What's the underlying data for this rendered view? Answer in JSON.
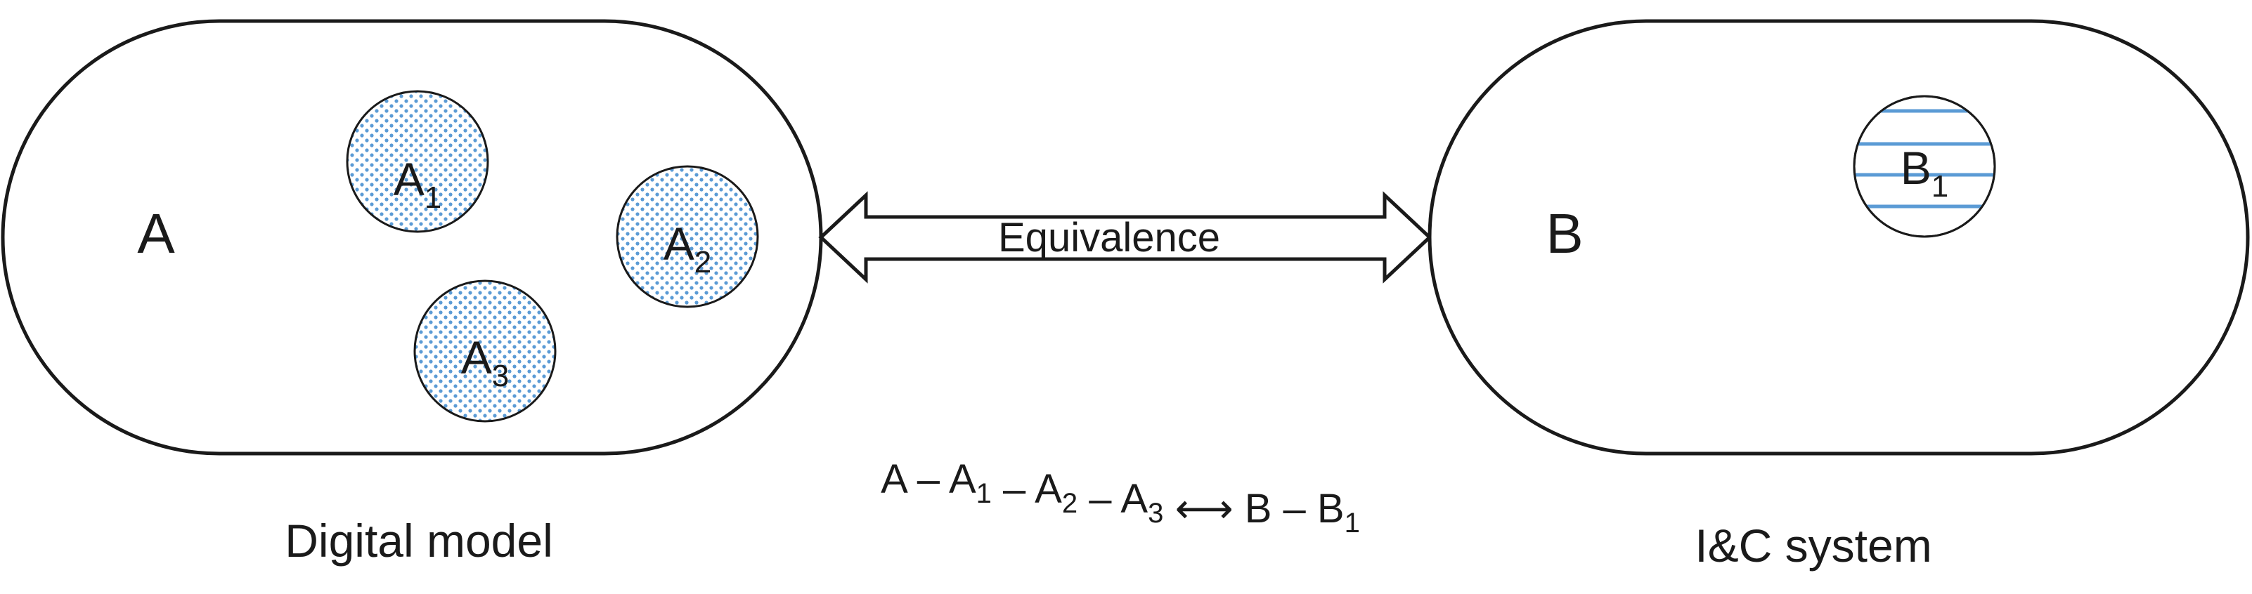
{
  "left_set": {
    "label": "A",
    "caption": "Digital model",
    "subsets": [
      {
        "base": "A",
        "sub": "1"
      },
      {
        "base": "A",
        "sub": "2"
      },
      {
        "base": "A",
        "sub": "3"
      }
    ]
  },
  "right_set": {
    "label": "B",
    "caption": "I&C system",
    "subsets": [
      {
        "base": "B",
        "sub": "1"
      }
    ]
  },
  "relation": {
    "label": "Equivalence"
  },
  "formula": {
    "parts": [
      {
        "base": "A",
        "sub": ""
      },
      {
        "base": " – ",
        "sub": ""
      },
      {
        "base": "A",
        "sub": "1"
      },
      {
        "base": " – ",
        "sub": ""
      },
      {
        "base": "A",
        "sub": "2"
      },
      {
        "base": " – ",
        "sub": ""
      },
      {
        "base": "A",
        "sub": "3"
      },
      {
        "base": " ⟷ ",
        "sub": ""
      },
      {
        "base": "B",
        "sub": ""
      },
      {
        "base": " – ",
        "sub": ""
      },
      {
        "base": "B",
        "sub": "1"
      }
    ]
  },
  "colors": {
    "outline": "#1a1a1a",
    "pattern_blue": "#5b9bd5",
    "fill": "#ffffff"
  }
}
